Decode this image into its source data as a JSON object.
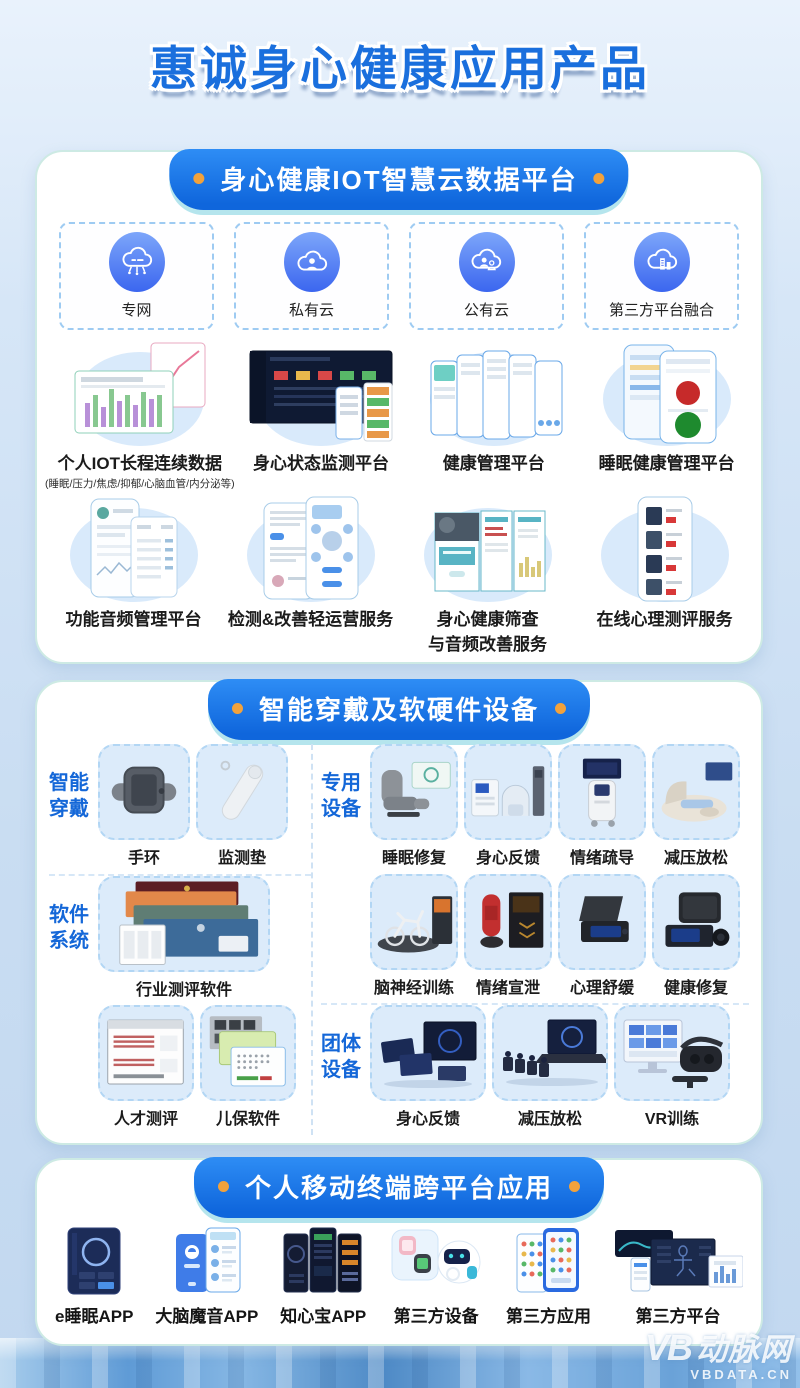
{
  "title": "惠诚身心健康应用产品",
  "watermark": {
    "logo": "VB",
    "brand": "动脉网",
    "site": "VBDATA.CN"
  },
  "colors": {
    "banner_blue": "#1277ea",
    "banner_blue_dark": "#0f66dc",
    "accent_orange": "#f2a23c",
    "side_label_blue": "#1467d8",
    "device_card_blue": "#dcebfa",
    "panel_border_teal": "#cdeae4",
    "title_blue": "#1a6fdd",
    "cloud_icon_blue": "#3b66ef"
  },
  "section1": {
    "title": "身心健康IOT智慧云数据平台",
    "clouds": [
      {
        "label": "专网"
      },
      {
        "label": "私有云"
      },
      {
        "label": "公有云"
      },
      {
        "label": "第三方平台融合"
      }
    ],
    "row1": [
      {
        "label": "个人IOT长程连续数据",
        "sub": "(睡眠/压力/焦虑/抑郁/心脑血管/内分泌等)"
      },
      {
        "label": "身心状态监测平台"
      },
      {
        "label": "健康管理平台"
      },
      {
        "label": "睡眠健康管理平台"
      }
    ],
    "row2": [
      {
        "label": "功能音频管理平台"
      },
      {
        "label": "检测&改善轻运营服务"
      },
      {
        "label": "身心健康筛查",
        "label2": "与音频改善服务"
      },
      {
        "label": "在线心理测评服务"
      }
    ]
  },
  "section2": {
    "title": "智能穿戴及软硬件设备",
    "wearable": {
      "l1": "智能",
      "l2": "穿戴",
      "items": [
        {
          "label": "手环"
        },
        {
          "label": "监测垫"
        }
      ]
    },
    "special": {
      "l1": "专用",
      "l2": "设备",
      "row1": [
        {
          "label": "睡眠修复"
        },
        {
          "label": "身心反馈"
        },
        {
          "label": "情绪疏导"
        },
        {
          "label": "减压放松"
        }
      ],
      "row2": [
        {
          "label": "脑神经训练"
        },
        {
          "label": "情绪宣泄"
        },
        {
          "label": "心理舒缓"
        },
        {
          "label": "健康修复"
        }
      ]
    },
    "software": {
      "l1": "软件",
      "l2": "系统",
      "main": {
        "label": "行业测评软件"
      },
      "items": [
        {
          "label": "人才测评"
        },
        {
          "label": "儿保软件"
        }
      ]
    },
    "group": {
      "l1": "团体",
      "l2": "设备",
      "items": [
        {
          "label": "身心反馈"
        },
        {
          "label": "减压放松"
        },
        {
          "label": "VR训练"
        }
      ]
    }
  },
  "section3": {
    "title": "个人移动终端跨平台应用",
    "items": [
      {
        "label": "e睡眠APP"
      },
      {
        "label": "大脑魔音APP"
      },
      {
        "label": "知心宝APP"
      },
      {
        "label": "第三方设备"
      },
      {
        "label": "第三方应用"
      },
      {
        "label": "第三方平台"
      }
    ]
  }
}
